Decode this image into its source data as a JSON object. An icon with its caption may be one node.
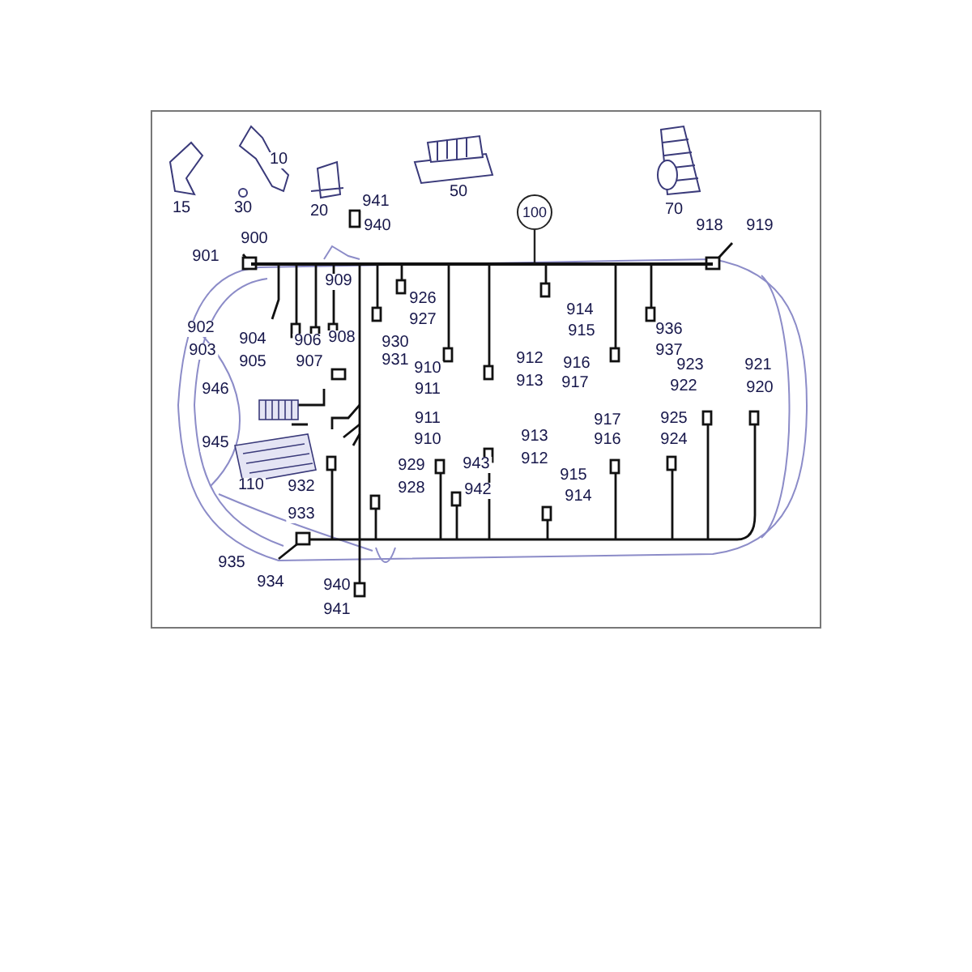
{
  "diagram": {
    "nodes": [
      {
        "text": [
          "100"
        ]
      },
      {
        "text": [],
        "shape": "bar"
      }
    ],
    "edges": [
      {
        "from": 0,
        "to": 1,
        "arrow": "none"
      }
    ],
    "labels": [
      "10",
      "50",
      "941",
      "15",
      "30",
      "20",
      "70",
      "940",
      "918",
      "919",
      "900",
      "901",
      "909",
      "926",
      "914",
      "927",
      "902",
      "915",
      "936",
      "904",
      "906",
      "908",
      "930",
      "903",
      "937",
      "905",
      "907",
      "931",
      "910",
      "912",
      "916",
      "923",
      "921",
      "946",
      "911",
      "913",
      "917",
      "922",
      "920",
      "911",
      "917",
      "925",
      "945",
      "910",
      "913",
      "916",
      "924",
      "929",
      "943",
      "912",
      "915",
      "110",
      "932",
      "928",
      "942",
      "914",
      "933",
      "935",
      "934",
      "940",
      "941"
    ]
  }
}
